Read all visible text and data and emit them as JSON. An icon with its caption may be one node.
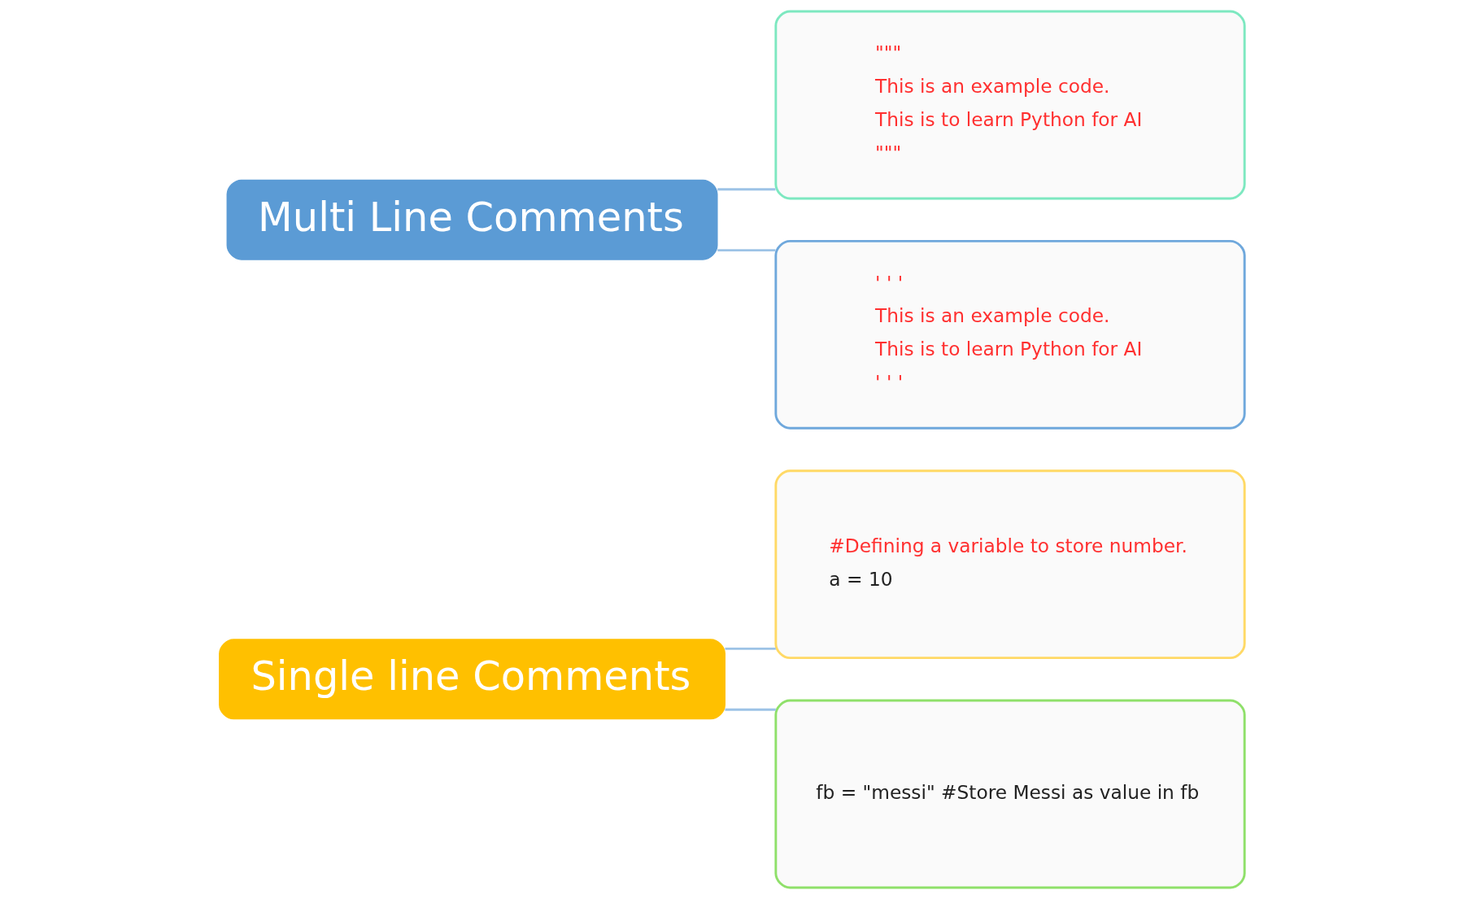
{
  "diagram": {
    "nodes": [
      {
        "text": [
          "Single line Comments"
        ]
      },
      {
        "text": [
          "#Defining a variable to store number.",
          "a = 10"
        ]
      },
      {
        "text": [
          "fb = \"messi\" #Store Messi as value in fb"
        ]
      },
      {
        "text": [
          "Multi Line Comments"
        ]
      },
      {
        "text": [
          "\"\"\"",
          "This is an example code.",
          "This is to learn Python for AI",
          "\"\"\""
        ]
      },
      {
        "text": [
          "' ' '",
          "This is an example code.",
          "This is to learn Python for AI",
          "' ' '"
        ]
      }
    ],
    "edges": [
      {
        "from": 0,
        "to": 1,
        "arrow": "none"
      },
      {
        "from": 0,
        "to": 2,
        "arrow": "none"
      },
      {
        "from": 3,
        "to": 4,
        "arrow": "none"
      },
      {
        "from": 3,
        "to": 5,
        "arrow": "none"
      }
    ]
  }
}
